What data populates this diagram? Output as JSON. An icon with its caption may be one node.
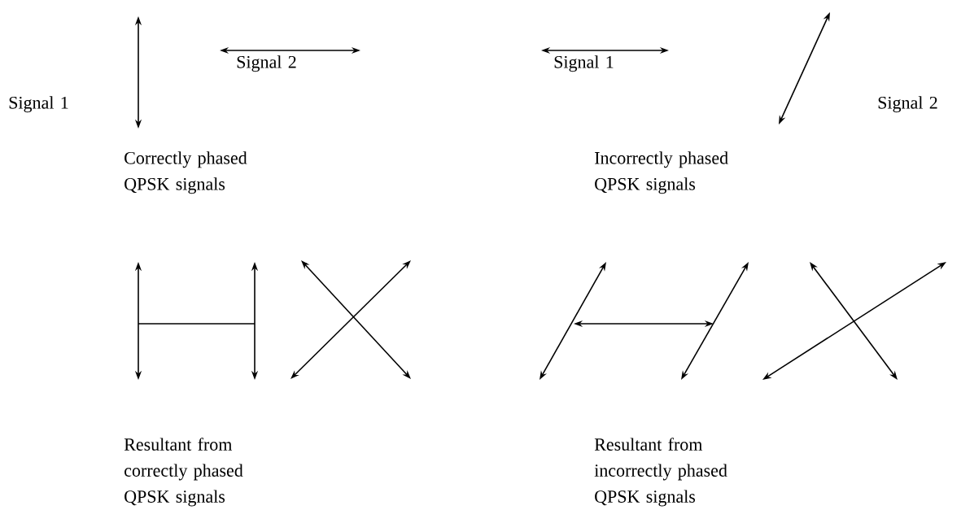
{
  "diagram": {
    "labels": [
      "Signal 1",
      "Signal 2",
      "Correctly phased QPSK signals",
      "Signal 1",
      "Signal 2",
      "Incorrectly phased QPSK signals",
      "Resultant from correctly phased QPSK signals",
      "Resultant from incorrectly phased QPSK signals"
    ]
  }
}
